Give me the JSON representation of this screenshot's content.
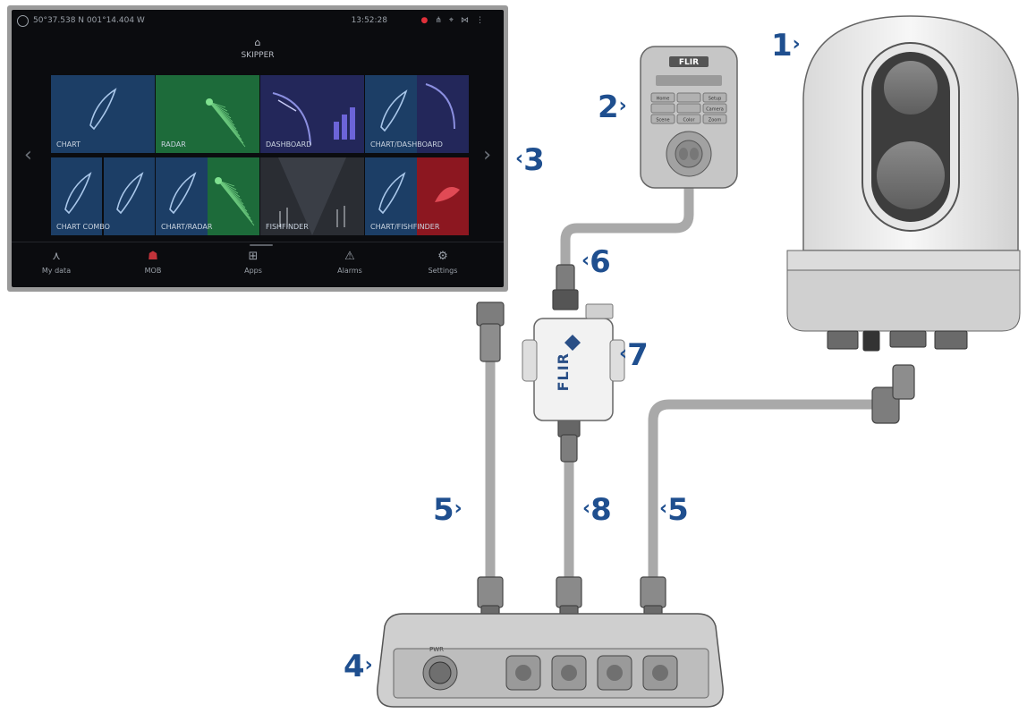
{
  "mfd": {
    "status": {
      "coords": "50°37.538 N  001°14.404 W",
      "time": "13:52:28"
    },
    "profile": "SKIPPER",
    "tiles": [
      {
        "label": "CHART",
        "kind": "chart"
      },
      {
        "label": "RADAR",
        "kind": "radar"
      },
      {
        "label": "DASHBOARD",
        "kind": "dashboard"
      },
      {
        "label": "CHART/DASHBOARD",
        "kind": "chart-dashboard"
      },
      {
        "label": "CHART COMBO",
        "kind": "chart-combo"
      },
      {
        "label": "CHART/RADAR",
        "kind": "chart-radar"
      },
      {
        "label": "FISHFINDER",
        "kind": "fishfinder"
      },
      {
        "label": "CHART/FISHFINDER",
        "kind": "chart-fishfinder"
      }
    ],
    "nav": [
      "My data",
      "MOB",
      "Apps",
      "Alarms",
      "Settings"
    ]
  },
  "keypad": {
    "brand": "FLIR",
    "keys_row1": [
      "Home",
      "",
      "Setup"
    ],
    "keys_row2": [
      "",
      "",
      "Camera"
    ],
    "keys_row3": [
      "Scene",
      "Color",
      "Zoom"
    ]
  },
  "adapter": {
    "brand": "FLIR"
  },
  "switch": {
    "port_label": "PWR"
  },
  "callouts": [
    "1",
    "2",
    "3",
    "4",
    "5",
    "6",
    "7",
    "8",
    "5"
  ],
  "colors": {
    "callout": "#1f4f8f",
    "tile_blue": "#1c3e66",
    "tile_green": "#1d6b3a",
    "tile_red": "#8c1720",
    "hardware_gray": "#c8c8c8"
  }
}
